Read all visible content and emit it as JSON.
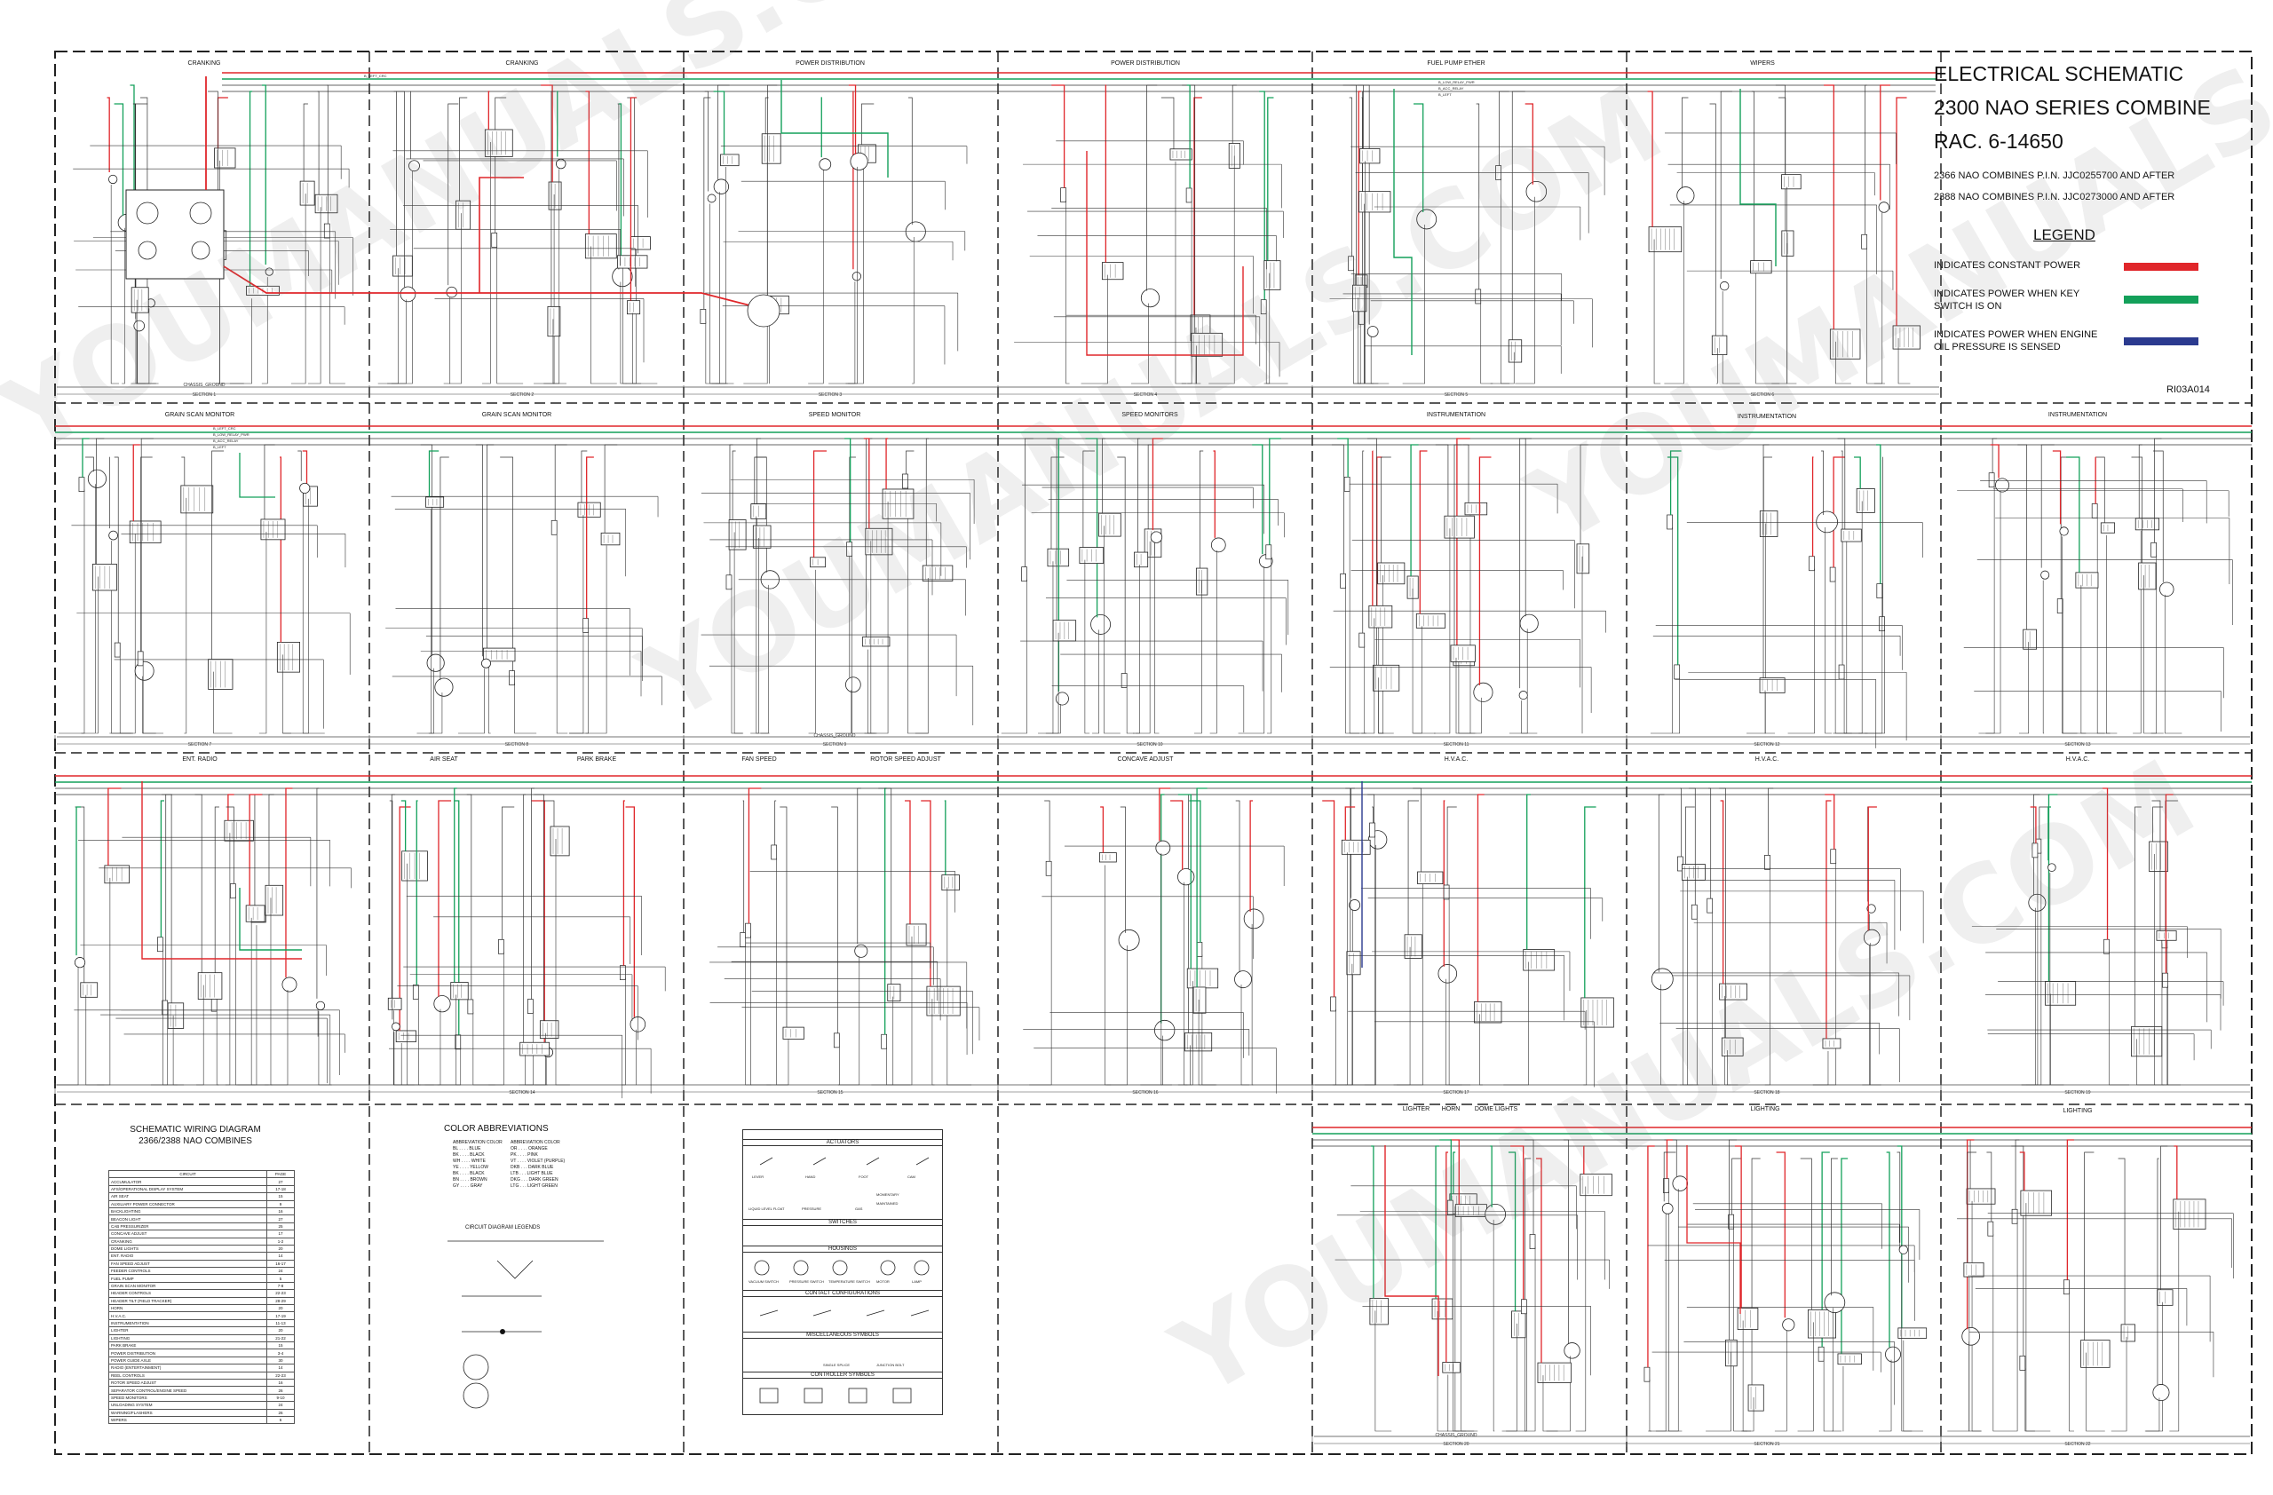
{
  "title": {
    "lines": [
      "ELECTRICAL SCHEMATIC",
      "2300 NAO SERIES COMBINE",
      "RAC. 6-14650"
    ],
    "pin_lines": [
      "2366 NAO COMBINES P.I.N. JJC0255700 AND AFTER",
      "2388 NAO COMBINES P.I.N. JJC0273000 AND AFTER"
    ],
    "drawing_number": "RI03A014"
  },
  "legend": {
    "title": "LEGEND",
    "items": [
      {
        "text": "INDICATES CONSTANT POWER",
        "color": "#e0262a"
      },
      {
        "text": "INDICATES POWER WHEN KEY SWITCH IS ON",
        "color": "#13a05a"
      },
      {
        "text": "INDICATES POWER WHEN ENGINE OIL PRESSURE IS SENSED",
        "color": "#2b3a8f"
      }
    ]
  },
  "sections": {
    "row1": [
      "CRANKING",
      "CRANKING",
      "POWER DISTRIBUTION",
      "POWER DISTRIBUTION",
      "FUEL PUMP     ETHER",
      "WIPERS"
    ],
    "row2": [
      "GRAIN SCAN MONITOR",
      "GRAIN SCAN MONITOR",
      "SPEED MONITOR",
      "SPEED MONITORS",
      "INSTRUMENTATION",
      "INSTRUMENTATION",
      "INSTRUMENTATION"
    ],
    "row3": [
      "ENT. RADIO",
      "AIR SEAT",
      "PARK BRAKE",
      "FAN SPEED",
      "ROTOR SPEED ADJUST",
      "CONCAVE ADJUST",
      "H.V.A.C.",
      "H.V.A.C.",
      "H.V.A.C."
    ],
    "row4": [
      "LIGHTER",
      "HORN",
      "DOME LIGHTS",
      "LIGHTING",
      "LIGHTING"
    ]
  },
  "footers": {
    "row1": [
      "SECTION 1",
      "SECTION 2",
      "SECTION 3",
      "SECTION 4",
      "SECTION 5",
      "SECTION 6"
    ],
    "row2": [
      "SECTION 7",
      "SECTION 8",
      "SECTION 9",
      "SECTION 10",
      "SECTION 11",
      "SECTION 12",
      "SECTION 13"
    ],
    "row3": [
      "SECTION 14",
      "SECTION 15",
      "SECTION 16",
      "SECTION 17",
      "SECTION 18",
      "SECTION 19"
    ],
    "row4": [
      "SECTION 20",
      "SECTION 21",
      "SECTION 22"
    ],
    "ground": "CHASSIS_GROUND"
  },
  "bus_labels": [
    "B_LEFT_CRC",
    "B_LOW_RELAY_PWR",
    "B_ACC_RELAY",
    "B_LEFT"
  ],
  "schematic_index": {
    "title": [
      "SCHEMATIC WIRING DIAGRAM",
      "2366/2388 NAO COMBINES"
    ],
    "headers": [
      "CIRCUIT",
      "PAGE"
    ],
    "rows": [
      [
        "ACCUMULATOR",
        "27"
      ],
      [
        "AFS/OPERATIONAL DISPLAY SYSTEM",
        "17-18"
      ],
      [
        "AIR SEAT",
        "15"
      ],
      [
        "AUXILIARY POWER CONNECTOR",
        "9"
      ],
      [
        "BACKLIGHTING",
        "16"
      ],
      [
        "BEACON LIGHT",
        "27"
      ],
      [
        "CAB PRESSURIZER",
        "25"
      ],
      [
        "CONCAVE ADJUST",
        "17"
      ],
      [
        "CRANKING",
        "1-2"
      ],
      [
        "DOME LIGHTS",
        "20"
      ],
      [
        "ENT. RADIO",
        "14"
      ],
      [
        "FAN SPEED ADJUST",
        "16-17"
      ],
      [
        "FEEDER CONTROLS",
        "24"
      ],
      [
        "FUEL PUMP",
        "5"
      ],
      [
        "GRAIN SCAN MONITOR",
        "7-8"
      ],
      [
        "HEADER CONTROLS",
        "22-23"
      ],
      [
        "HEADER TILT (FIELD TRACKER)",
        "28-29"
      ],
      [
        "HORN",
        "20"
      ],
      [
        "H.V.A.C.",
        "17-19"
      ],
      [
        "INSTRUMENTATION",
        "11-13"
      ],
      [
        "LIGHTER",
        "20"
      ],
      [
        "LIGHTING",
        "21-22"
      ],
      [
        "PARK BRAKE",
        "15"
      ],
      [
        "POWER DISTRIBUTION",
        "3-4"
      ],
      [
        "POWER GUIDE AXLE",
        "30"
      ],
      [
        "RADIO (ENTERTAINMENT)",
        "14"
      ],
      [
        "REEL CONTROLS",
        "22-23"
      ],
      [
        "ROTOR SPEED ADJUST",
        "16"
      ],
      [
        "SEPARATOR CONTROL/ENGINE SPEED",
        "26"
      ],
      [
        "SPEED MONITORS",
        "9-10"
      ],
      [
        "UNLOADING SYSTEM",
        "24"
      ],
      [
        "WARNING/FLASHERS",
        "26"
      ],
      [
        "WIPERS",
        "6"
      ]
    ]
  },
  "color_abbreviations": {
    "title": "COLOR ABBREVIATIONS",
    "col1": [
      "ABBREVIATION  COLOR",
      "BL . . . . BLUE",
      "BK . . . . BLACK",
      "WH . . . . WHITE",
      "YE . . . . YELLOW",
      "BK . . . . BLACK",
      "BN . . . . BROWN",
      "GY . . . . GRAY"
    ],
    "col2": [
      "ABBREVIATION  COLOR",
      "OR . . . . ORANGE",
      "PK . . . . PINK",
      "VT . . . . VIOLET (PURPLE)",
      "DKB . . . DARK BLUE",
      "LTB . . . LIGHT BLUE",
      "DKG . . . DARK GREEN",
      "LTG . . . LIGHT GREEN"
    ],
    "circuit_legend": "CIRCUIT DIAGRAM LEGENDS"
  },
  "symbols": {
    "headers": [
      "ACTUATORS",
      "SWITCHES",
      "HOUSINGS",
      "CONTACT CONFIGURATIONS",
      "MISCELLANEOUS SYMBOLS",
      "CONTROLLER SYMBOLS"
    ],
    "actuator_labels": [
      "LEVER",
      "HAND",
      "FOOT",
      "CAM"
    ],
    "switch_labels": [
      "LIQUID LEVEL FLOAT",
      "PRESSURE",
      "GAS",
      "MOMENTARY",
      "MAINTAINED"
    ],
    "housing_labels": [
      "VACUUM SWITCH",
      "PRESSURE SWITCH",
      "TEMPERATURE SWITCH",
      "MOTOR",
      "LAMP"
    ],
    "misc_labels": [
      "SINGLE SPLICE",
      "JUNCTION BOLT"
    ]
  },
  "watermark": "YOUMANUALS.COM",
  "colors": {
    "constant": "#e0262a",
    "keyon": "#13a05a",
    "oil": "#2b3a8f",
    "wire": "#333333",
    "border": "#222222"
  }
}
